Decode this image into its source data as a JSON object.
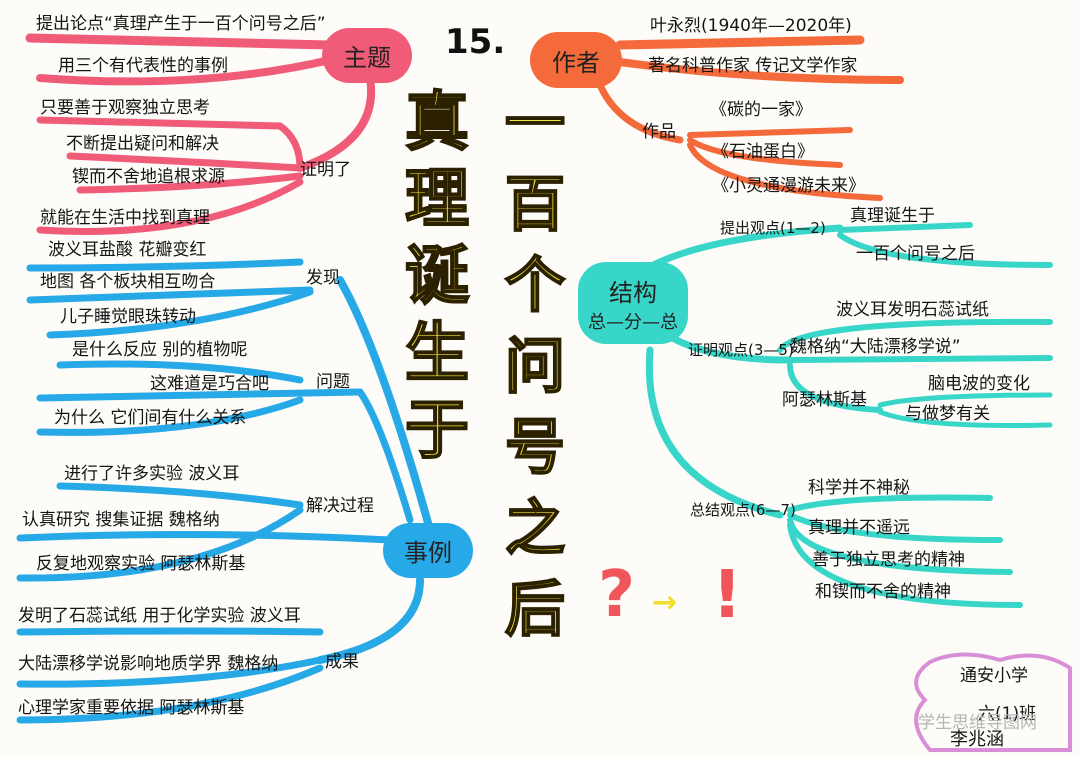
{
  "lesson_number": "15.",
  "title": {
    "left_column": "真理诞生于",
    "right_column": "一百个问号之后"
  },
  "branches": {
    "theme": {
      "label": "主题",
      "items": [
        "提出论点“真理产生于一百个问号之后”",
        "用三个有代表性的事例"
      ],
      "proof": {
        "label": "证明了",
        "items": [
          "只要善于观察独立思考",
          "不断提出疑问和解决",
          "锲而不舍地追根求源",
          "就能在生活中找到真理"
        ]
      }
    },
    "author": {
      "label": "作者",
      "items": [
        "叶永烈(1940年—2020年)",
        "著名科普作家    传记文学作家"
      ],
      "works": {
        "label": "作品",
        "items": [
          "《碳的一家》",
          "《石油蛋白》",
          "《小灵通漫游未来》"
        ]
      }
    },
    "structure": {
      "label": "结构",
      "sublabel": "总—分—总",
      "groups": [
        {
          "label": "提出观点(1—2)",
          "items": [
            "真理诞生于",
            "一百个问号之后"
          ]
        },
        {
          "label": "证明观点(3—5)",
          "items": [
            "波义耳发明石蕊试纸",
            "魏格纳“大陆漂移学说”",
            "阿瑟林斯基"
          ],
          "sub_items": [
            "脑电波的变化",
            "与做梦有关"
          ]
        },
        {
          "label": "总结观点(6—7)",
          "items": [
            "科学并不神秘",
            "真理并不遥远",
            "善于独立思考的精神",
            "和锲而不舍的精神"
          ]
        }
      ]
    },
    "examples": {
      "label": "事例",
      "groups": [
        {
          "label": "发现",
          "items": [
            "波义耳盐酸    花瓣变红",
            "地图  各个板块相互吻合",
            "儿子睡觉眼珠转动"
          ]
        },
        {
          "label": "问题",
          "items": [
            "是什么反应    别的植物呢",
            "这难道是巧合吧",
            "为什么    它们间有什么关系"
          ]
        },
        {
          "label": "解决过程",
          "items": [
            "进行了许多实验    波义耳",
            "认真研究  搜集证据  魏格纳",
            "反复地观察实验  阿瑟林斯基"
          ]
        },
        {
          "label": "成果",
          "items": [
            "发明了石蕊试纸  用于化学实验  波义耳",
            "大陆漂移学说影响地质学界  魏格纳",
            "心理学家重要依据  阿瑟林斯基"
          ]
        }
      ]
    }
  },
  "signature": {
    "school": "通安小学",
    "class": "六(1)班",
    "name": "李兆涵"
  },
  "watermark": "学生思维导图网",
  "colors": {
    "theme": "#f05c78",
    "author": "#f46a3a",
    "structure": "#38d6c8",
    "examples": "#26a9e6",
    "signature": "#d98fd8",
    "title": "#f1e43a"
  }
}
